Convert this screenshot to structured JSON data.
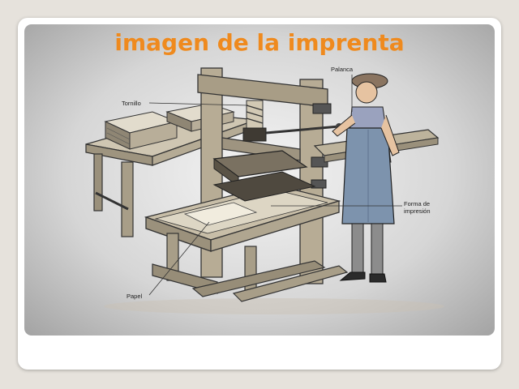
{
  "slide": {
    "title": "imagen de la imprenta"
  },
  "diagram": {
    "labels": {
      "palanca": "Palanca",
      "tornillo": "Tornillo",
      "forma_line1": "Forma de",
      "forma_line2": "impresión",
      "papel": "Papel"
    }
  },
  "colors": {
    "title": "#ef8a1e",
    "apron": "#7d93ad",
    "wood": "#b2a690",
    "wood_dark": "#6f6655"
  }
}
